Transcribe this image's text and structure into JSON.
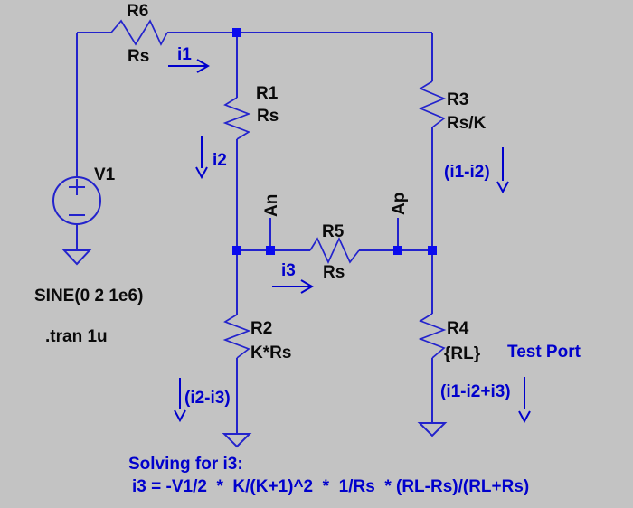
{
  "schematic": {
    "components": {
      "r6": {
        "name": "R6",
        "value": "Rs"
      },
      "r1": {
        "name": "R1",
        "value": "Rs"
      },
      "r3": {
        "name": "R3",
        "value": "Rs/K"
      },
      "r5": {
        "name": "R5",
        "value": "Rs"
      },
      "r2": {
        "name": "R2",
        "value": "K*Rs"
      },
      "r4": {
        "name": "R4",
        "value": "{RL}"
      },
      "v1": {
        "name": "V1",
        "value": "SINE(0 2 1e6)"
      }
    },
    "net_labels": {
      "an": "An",
      "ap": "Ap"
    },
    "directives": {
      "tran": ".tran 1u"
    },
    "currents": {
      "i1": "i1",
      "i2": "i2",
      "i3": "i3",
      "i1_minus_i2": "(i1-i2)",
      "i2_minus_i3": "(i2-i3)",
      "i1_minus_i2_plus_i3": "(i1-i2+i3)"
    },
    "annotations": {
      "test_port": "Test Port",
      "solving_title": "Solving for i3:",
      "solution": "i3 = -V1/2  *  K/(K+1)^2  *  1/Rs  * (RL-Rs)/(RL+Rs)"
    },
    "colors": {
      "background": "#c3c3c3",
      "wire": "#2323cc",
      "node": "#0b0bee",
      "annotation_blue": "#0000cc",
      "label_black": "#0a0a0a"
    }
  }
}
